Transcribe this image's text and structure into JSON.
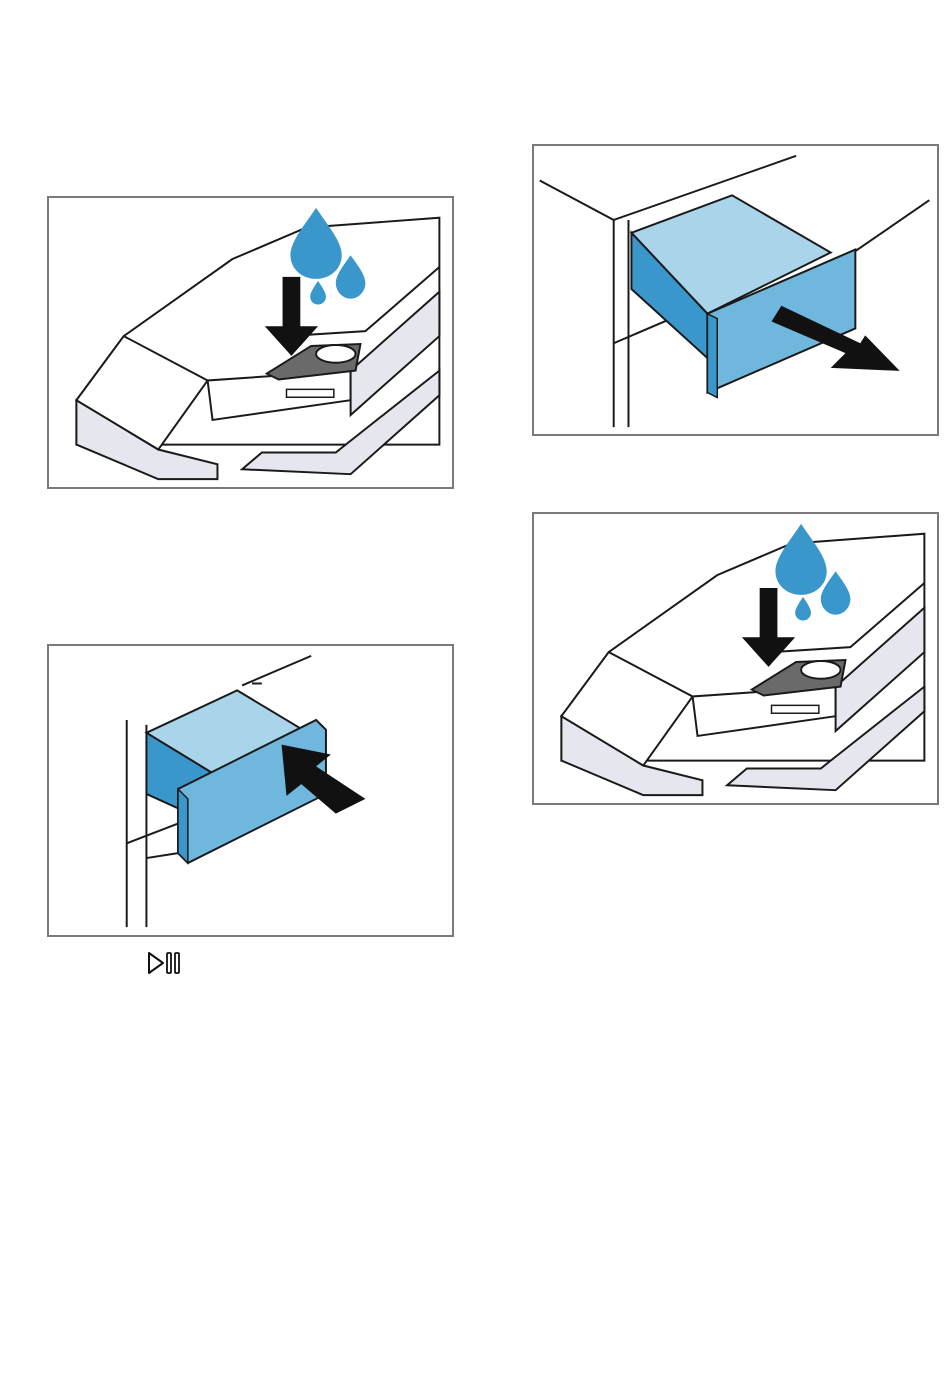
{
  "figures": [
    {
      "name": "add-water-to-dispenser",
      "icon": "water-drop-icon"
    },
    {
      "name": "pull-out-detergent-drawer",
      "icon": "arrow-right-icon"
    },
    {
      "name": "add-water-to-dispenser-repeat",
      "icon": "water-drop-icon"
    },
    {
      "name": "push-in-detergent-drawer",
      "icon": "arrow-left-icon"
    }
  ],
  "icons": {
    "start_pause": "start-pause-icon"
  },
  "colors": {
    "drawer_top": "#a9d4ea",
    "drawer_side": "#3a97cc",
    "drawer_front": "#6fb7dc",
    "water_drop": "#3a97cc",
    "outline": "#1a1a1a",
    "frame": "#7a7a7a",
    "appliance_shade": "#e6e6ee"
  }
}
